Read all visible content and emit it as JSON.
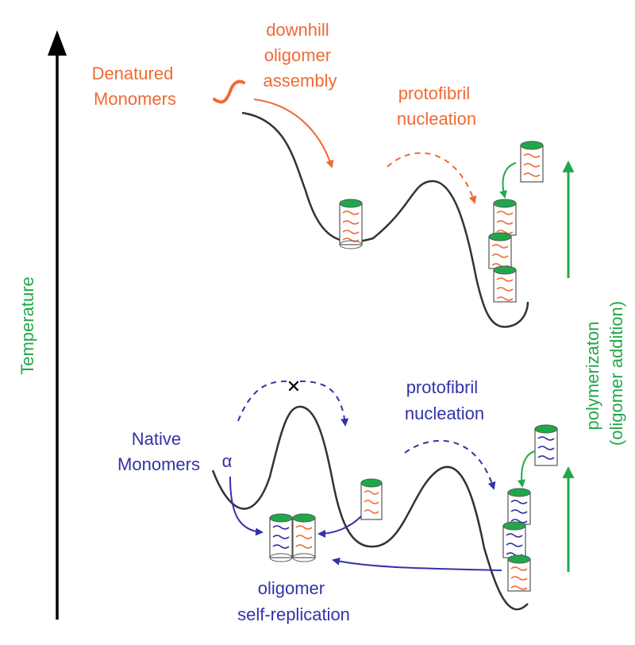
{
  "axis": {
    "label": "Temperature"
  },
  "upper_landscape": {
    "start_label": [
      "Denatured",
      "Monomers"
    ],
    "step1_label": [
      "downhill",
      "oligomer",
      "assembly"
    ],
    "step2_label": [
      "protofibril",
      "nucleation"
    ]
  },
  "lower_landscape": {
    "start_label": [
      "Native",
      "Monomers"
    ],
    "alpha_symbol": "α",
    "blocked_symbol": "✕",
    "step2_label": [
      "protofibril",
      "nucleation"
    ],
    "step3_label": [
      "oligomer",
      "self-replication"
    ]
  },
  "side_label": [
    "polymerizaton",
    "(oligomer addition)"
  ],
  "colors": {
    "orange": "#ef6a33",
    "blue": "#3333a6",
    "green": "#22a84a",
    "curve": "#333333",
    "cap": "#1fa84a",
    "cylinder_orange_line": "#ef6a33",
    "cylinder_blue_line": "#2e2e9e"
  }
}
